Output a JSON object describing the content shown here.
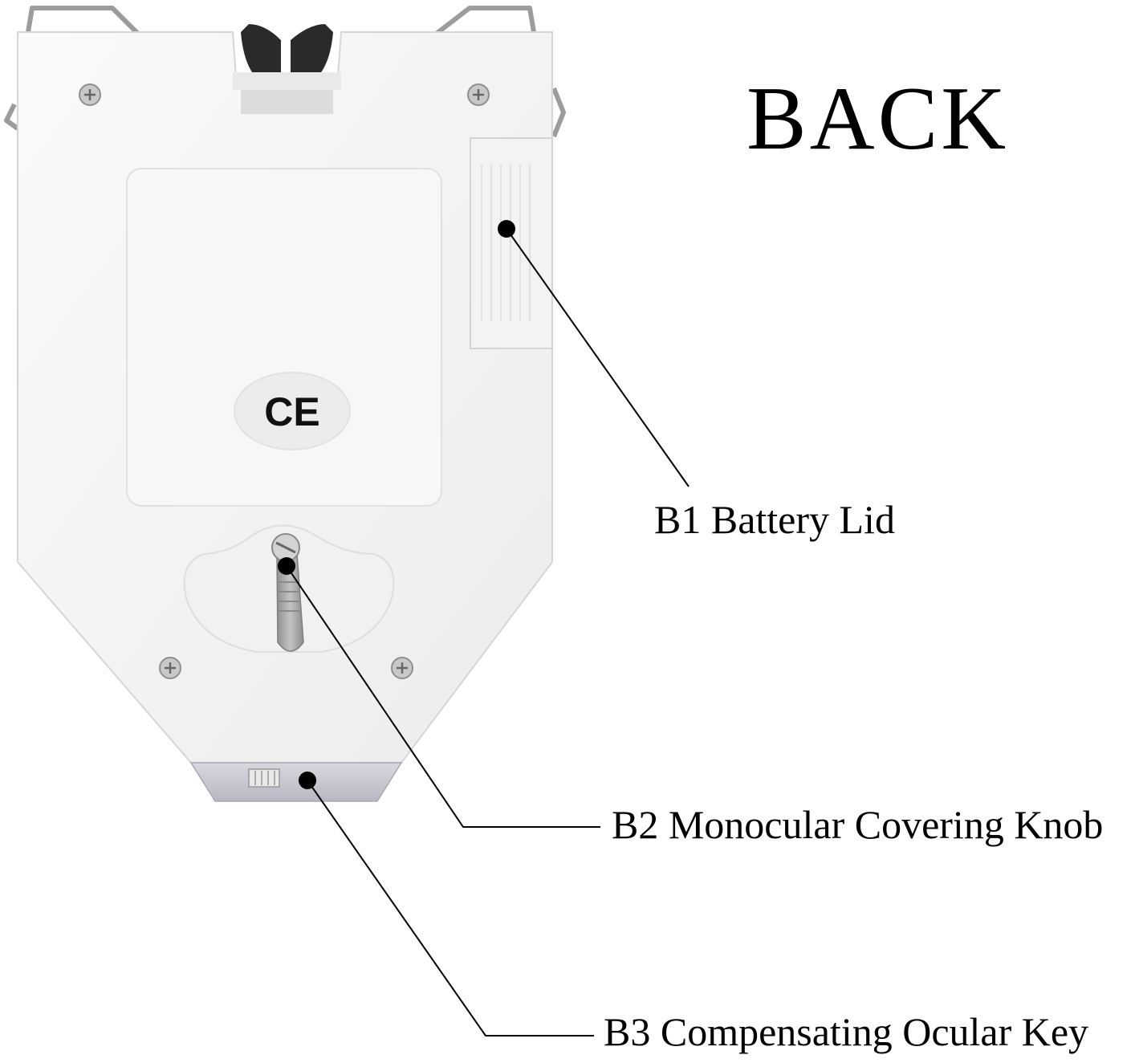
{
  "title": "BACK",
  "device": {
    "ce_mark": "CE",
    "colors": {
      "body": "#f4f4f4",
      "body_edge": "#d9d9d9",
      "knob": "#a9a9ab",
      "bottom_strip": "#c9c9d2",
      "nose_pad": "#2b2b2b",
      "wire": "#9a9a9a"
    }
  },
  "callouts": [
    {
      "id": "B1",
      "text": "B1 Battery Lid"
    },
    {
      "id": "B2",
      "text": "B2 Monocular Covering Knob"
    },
    {
      "id": "B3",
      "text": "B3 Compensating Ocular Key"
    }
  ]
}
